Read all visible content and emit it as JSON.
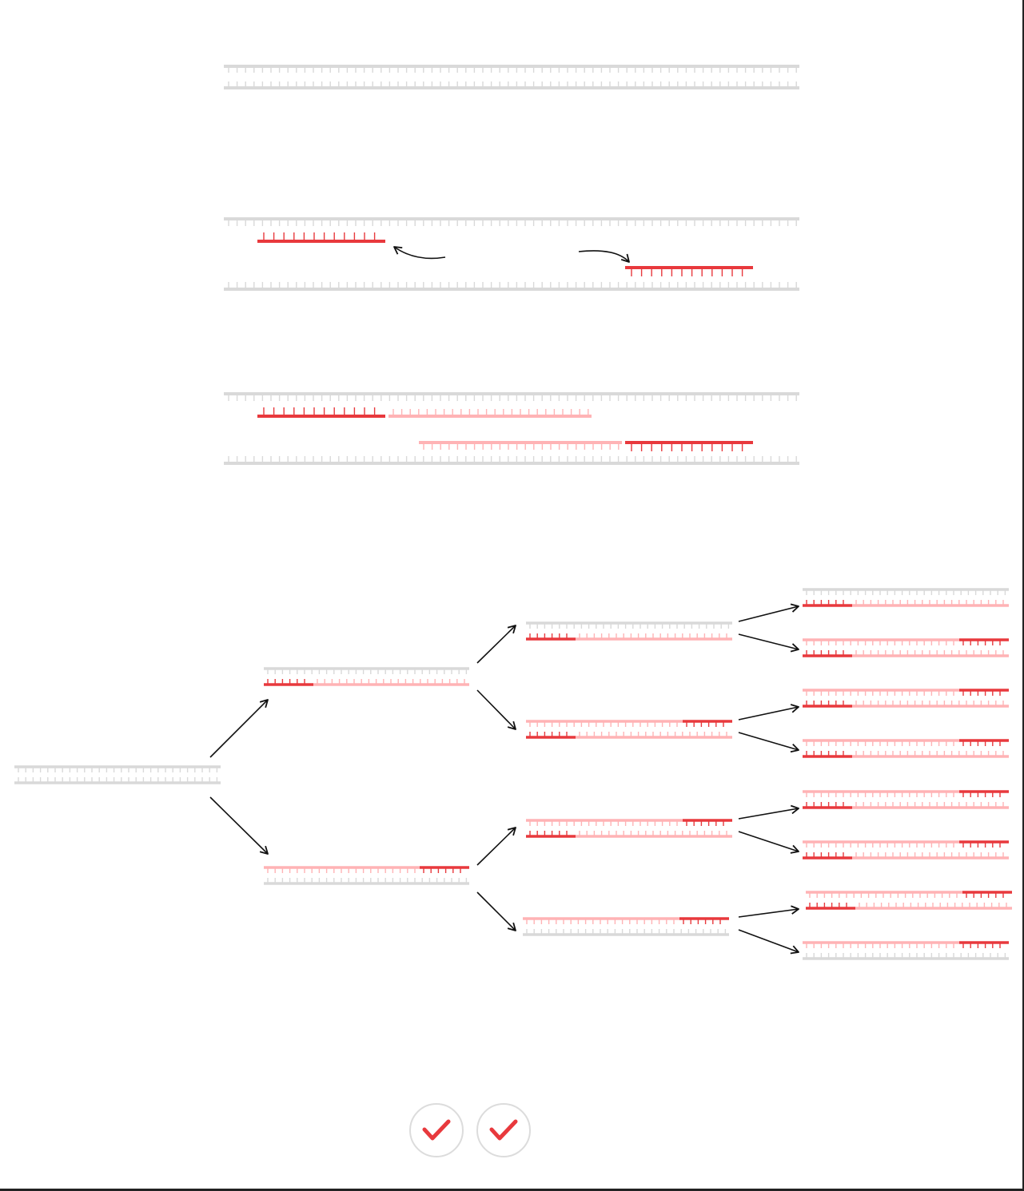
{
  "colors": {
    "template": "#d9d9d9",
    "primer": "#e8393d",
    "new_strand": "#ffb3b5",
    "arrow": "#111111",
    "check": "#e8393d"
  },
  "stages": [
    {
      "id": "denatured-template",
      "kind": "single double-strand template"
    },
    {
      "id": "primer-annealing",
      "kind": "two primers bound to separated strands"
    },
    {
      "id": "extension",
      "kind": "primers extended with new strands"
    }
  ],
  "amplification_cycles": [
    1,
    2,
    4,
    8
  ],
  "buttons": [
    {
      "id": "check-button-1",
      "icon": "checkmark-icon"
    },
    {
      "id": "check-button-2",
      "icon": "checkmark-icon"
    }
  ]
}
